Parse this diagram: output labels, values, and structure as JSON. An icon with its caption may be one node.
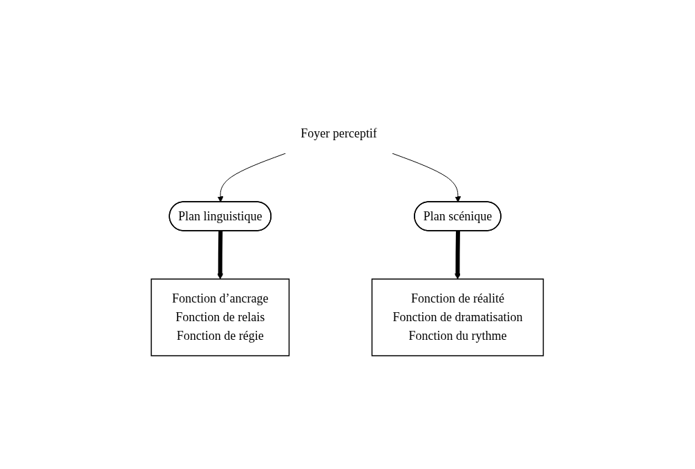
{
  "diagram": {
    "nodes": [
      {
        "text": [
          "Foyer perceptif"
        ]
      },
      {
        "text": [
          "Plan linguistique"
        ]
      },
      {
        "text": [
          "Plan scénique"
        ]
      },
      {
        "text": [
          "Fonction d’ancrage",
          "Fonction de relais",
          "Fonction de régie"
        ]
      },
      {
        "text": [
          "Fonction de réalité",
          "Fonction de dramatisation",
          "Fonction du rythme"
        ]
      }
    ],
    "edges": [
      {
        "from": 0,
        "to": 1,
        "arrow": "to"
      },
      {
        "from": 0,
        "to": 2,
        "arrow": "to"
      },
      {
        "from": 1,
        "to": 3,
        "arrow": "to",
        "style": "thick"
      },
      {
        "from": 2,
        "to": 4,
        "arrow": "to",
        "style": "thick"
      }
    ]
  }
}
